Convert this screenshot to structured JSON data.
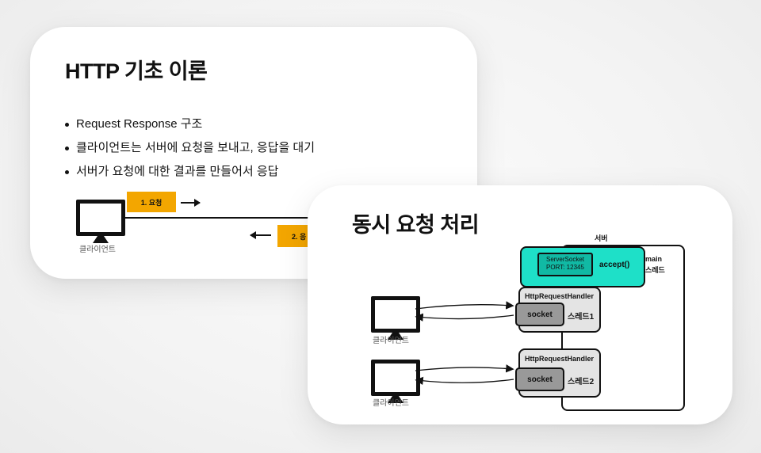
{
  "card1": {
    "title": "HTTP 기초 이론",
    "bullets": [
      "Request Response 구조",
      "클라이언트는 서버에 요청을 보내고, 응답을 대기",
      "서버가 요청에 대한 결과를 만들어서 응답"
    ],
    "diagram": {
      "client_label": "클라이언트",
      "request_label": "1. 요청",
      "response_label": "2. 응"
    }
  },
  "card2": {
    "title": "동시 요청 처리",
    "diagram": {
      "server_label": "서버",
      "server_socket_line1": "ServerSocket",
      "server_socket_line2": "PORT: 12345",
      "accept_label": "accept()",
      "main_label": "main",
      "main_thread_label": "스레드",
      "handlers": [
        {
          "name": "HttpRequestHandler",
          "socket": "socket",
          "thread": "스레드1",
          "client": "클라이언트"
        },
        {
          "name": "HttpRequestHandler",
          "socket": "socket",
          "thread": "스레드2",
          "client": "클라이언트"
        }
      ]
    }
  },
  "colors": {
    "accent_orange": "#f3a600",
    "accent_teal": "#1ee0c8",
    "socket_teal": "#11b9a4",
    "handler_gray": "#e4e4e4",
    "socket_gray": "#999999"
  }
}
